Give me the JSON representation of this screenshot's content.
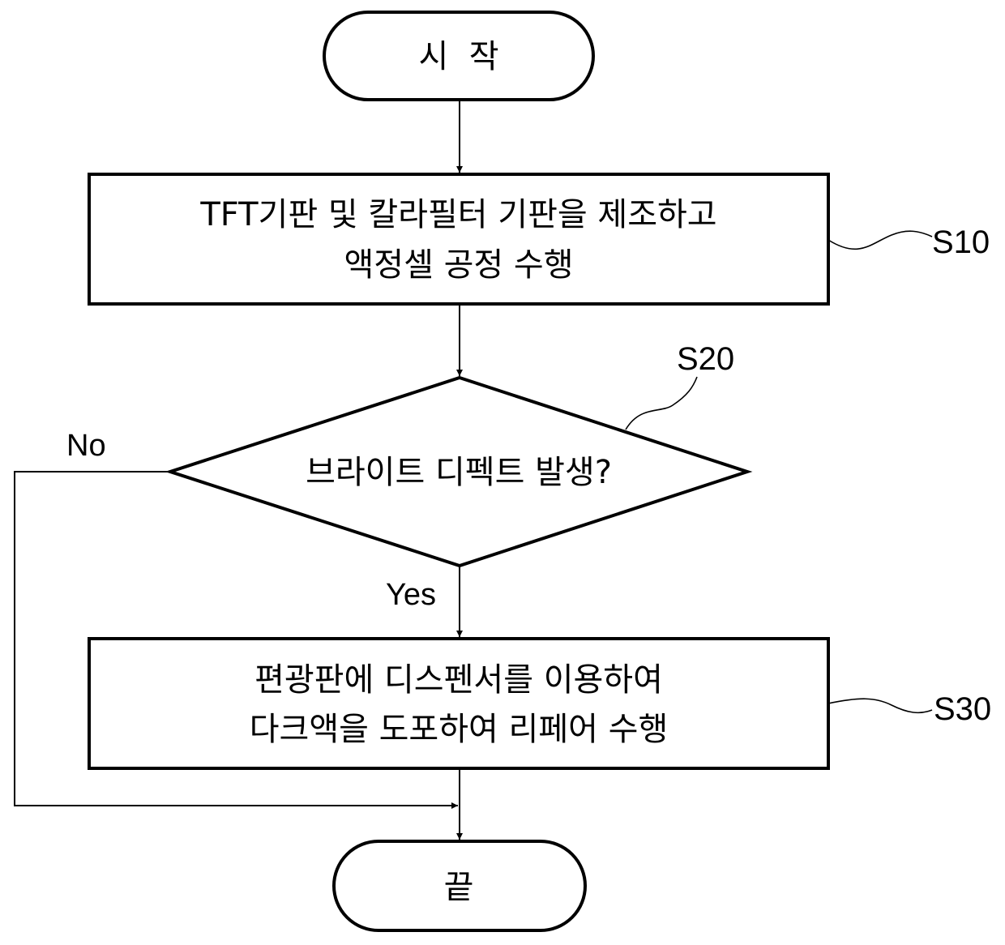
{
  "nodes": {
    "start": {
      "label": "시  작"
    },
    "s10": {
      "line1": "TFT기판 및 칼라필터 기판을 제조하고",
      "line2": "액정셀 공정 수행",
      "ref": "S10"
    },
    "s20": {
      "label": "브라이트 디펙트 발생?",
      "ref": "S20"
    },
    "s30": {
      "line1": "편광판에 디스펜서를 이용하여",
      "line2": "다크액을 도포하여 리페어 수행",
      "ref": "S30"
    },
    "end": {
      "label": "끝"
    }
  },
  "edges": {
    "no_label": "No",
    "yes_label": "Yes"
  }
}
